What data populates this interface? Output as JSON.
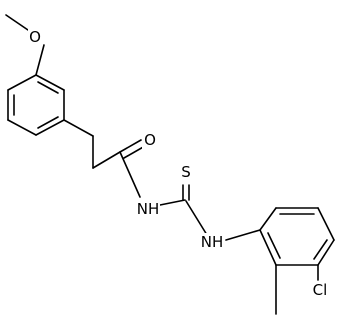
{
  "labels": {
    "methoxy_o": "O",
    "carbonyl_o": "O",
    "thio_s": "S",
    "amide_nh": "NH",
    "aryl_nh": "NH",
    "chloro": "Cl"
  },
  "colors": {
    "bond": "#000000",
    "text": "#000000",
    "background": "#ffffff"
  }
}
